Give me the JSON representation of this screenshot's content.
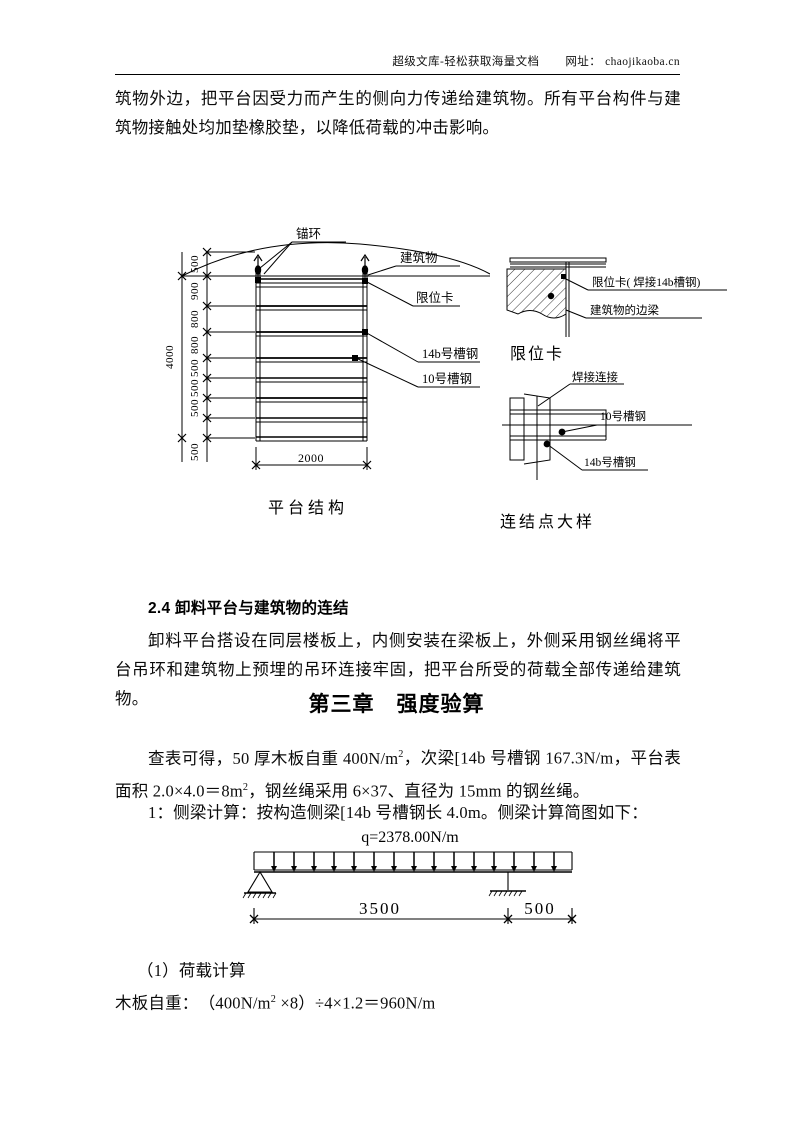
{
  "header": {
    "site": "超级文库-轻松获取海量文档",
    "url_label": "网址：",
    "url": "chaojikaoba.cn"
  },
  "body": {
    "para_top": "筑物外边，把平台因受力而产生的侧向力传递给建筑物。所有平台构件与建筑物接触处均加垫橡胶垫，以降低荷载的冲击影响。",
    "section_24_heading": "2.4 卸料平台与建筑物的连结",
    "para_24": "卸料平台搭设在同层楼板上，内侧安装在梁板上，外侧采用钢丝绳将平台吊环和建筑物上预埋的吊环连接牢固，把平台所受的荷载全部传递给建筑物。",
    "chapter_heading": "第三章　强度验算",
    "para_lookup_1": "查表可得，50 厚木板自重 400N/m",
    "para_lookup_1b": "，次梁[14b 号槽钢 167.3N/m，平台表面",
    "para_lookup_2": "积 2.0×4.0＝8m",
    "para_lookup_2b": "，钢丝绳采用 6×37、直径为 15mm 的钢丝绳。",
    "para_item1": "1：侧梁计算：按构造侧梁[14b 号槽钢长 4.0m。侧梁计算简图如下：",
    "para_load_heading": "（1）荷载计算",
    "para_load_line": "木板自重：　（400N/m",
    "para_load_line_b": " ×8）÷4×1.2＝960N/m"
  },
  "figure_platform": {
    "caption": "平台结构",
    "labels": {
      "anchor_ring": "锚环",
      "building": "建筑物",
      "limit_card": "限位卡",
      "channel_14b": "14b号槽钢",
      "channel_10": "10号槽钢"
    },
    "dimensions": {
      "top_offset": "500",
      "segments": [
        "900",
        "800",
        "800",
        "500",
        "500",
        "500"
      ],
      "bottom_offset": "500",
      "total_height": "4000",
      "width": "2000"
    }
  },
  "figure_limit_card": {
    "caption": "限位卡",
    "labels": {
      "limit_card_note": "限位卡( 焊接14b槽钢)",
      "edge_beam": "建筑物的边梁"
    }
  },
  "figure_joint": {
    "caption": "连结点大样",
    "labels": {
      "weld": "焊接连接",
      "channel_10": "10号槽钢",
      "channel_14b": "14b号槽钢"
    }
  },
  "chart_data": {
    "type": "diagram",
    "title": "侧梁计算简图",
    "load_label": "q=2378.00N/m",
    "load_value": 2378.0,
    "load_unit": "N/m",
    "spans": [
      {
        "label": "3500",
        "value": 3500,
        "unit": "mm"
      },
      {
        "label": "500",
        "value": 500,
        "unit": "mm"
      }
    ],
    "supports": [
      "pin",
      "roller"
    ],
    "beam_length": 4000
  }
}
